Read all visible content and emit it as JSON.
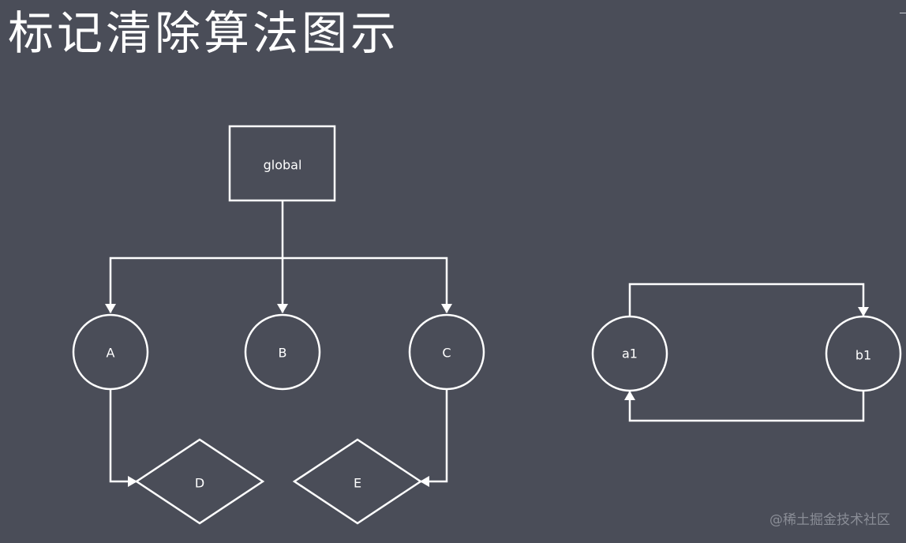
{
  "title": "标记清除算法图示",
  "watermark": "@稀土掘金技术社区",
  "colors": {
    "background": "#4a4d58",
    "stroke": "#ffffff",
    "text": "#ffffff",
    "watermark": "#8a8d96"
  },
  "nodes": {
    "global": {
      "label": "global",
      "shape": "rectangle"
    },
    "A": {
      "label": "A",
      "shape": "circle"
    },
    "B": {
      "label": "B",
      "shape": "circle"
    },
    "C": {
      "label": "C",
      "shape": "circle"
    },
    "D": {
      "label": "D",
      "shape": "diamond"
    },
    "E": {
      "label": "E",
      "shape": "diamond"
    },
    "a1": {
      "label": "a1",
      "shape": "circle"
    },
    "b1": {
      "label": "b1",
      "shape": "circle"
    }
  },
  "edges": [
    {
      "from": "global",
      "to": "A"
    },
    {
      "from": "global",
      "to": "B"
    },
    {
      "from": "global",
      "to": "C"
    },
    {
      "from": "A",
      "to": "D"
    },
    {
      "from": "C",
      "to": "E"
    },
    {
      "from": "a1",
      "to": "b1"
    },
    {
      "from": "b1",
      "to": "a1"
    }
  ]
}
